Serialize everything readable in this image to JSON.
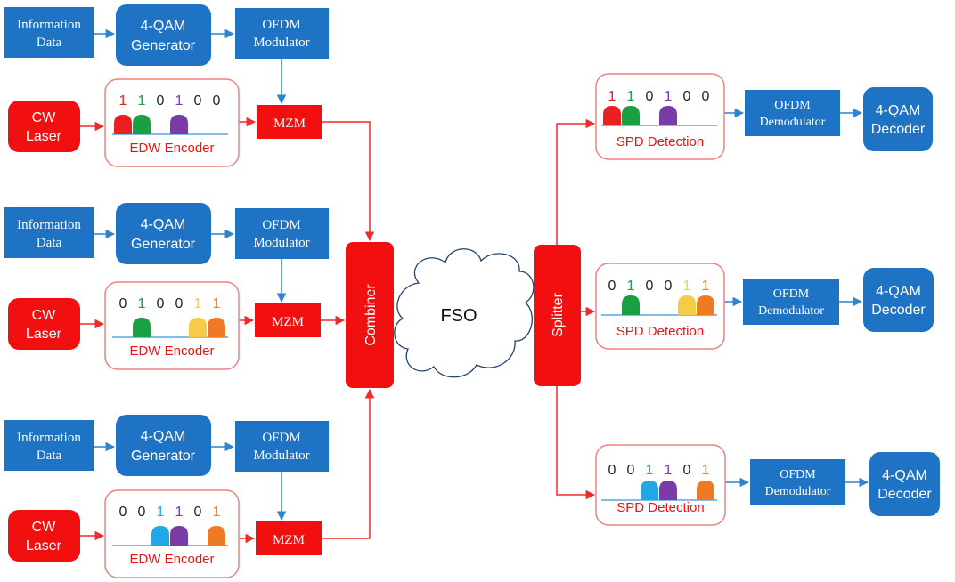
{
  "colors": {
    "blue_box": "#1f73c4",
    "blue_line": "#2f84cf",
    "red_box": "#f20f0f",
    "red_line": "#ee2a2a",
    "encoder_border": "#ee8080",
    "pulse_red": "#e8201f",
    "pulse_green": "#1aa043",
    "pulse_purple": "#7a3aa8",
    "pulse_cyan": "#1fa7e6",
    "pulse_yellow": "#f5cc47",
    "pulse_orange": "#f07a24",
    "cloud": "#23426f"
  },
  "transmitters": [
    {
      "info_label_1": "Information",
      "info_label_2": "Data",
      "qam_label_1": "4-QAM",
      "qam_label_2": "Generator",
      "ofdm_label_1": "OFDM",
      "ofdm_label_2": "Modulator",
      "laser_label_1": "CW",
      "laser_label_2": "Laser",
      "mzm_label": "MZM",
      "encoder_label": "EDW Encoder",
      "bits": [
        "1",
        "1",
        "0",
        "1",
        "0",
        "0"
      ],
      "bit_colors": [
        "red",
        "green",
        "black",
        "purple",
        "black",
        "black"
      ]
    },
    {
      "info_label_1": "Information",
      "info_label_2": "Data",
      "qam_label_1": "4-QAM",
      "qam_label_2": "Generator",
      "ofdm_label_1": "OFDM",
      "ofdm_label_2": "Modulator",
      "laser_label_1": "CW",
      "laser_label_2": "Laser",
      "mzm_label": "MZM",
      "encoder_label": "EDW Encoder",
      "bits": [
        "0",
        "1",
        "0",
        "0",
        "1",
        "1"
      ],
      "bit_colors": [
        "black",
        "green",
        "black",
        "black",
        "yellow",
        "orange"
      ]
    },
    {
      "info_label_1": "Information",
      "info_label_2": "Data",
      "qam_label_1": "4-QAM",
      "qam_label_2": "Generator",
      "ofdm_label_1": "OFDM",
      "ofdm_label_2": "Modulator",
      "laser_label_1": "CW",
      "laser_label_2": "Laser",
      "mzm_label": "MZM",
      "encoder_label": "EDW Encoder",
      "bits": [
        "0",
        "0",
        "1",
        "1",
        "0",
        "1"
      ],
      "bit_colors": [
        "black",
        "black",
        "cyan",
        "purple",
        "black",
        "orange"
      ]
    }
  ],
  "combiner_label": "Combiner",
  "channel_label": "FSO",
  "splitter_label": "Splitter",
  "receivers": [
    {
      "detection_label": "SPD Detection",
      "bits": [
        "1",
        "1",
        "0",
        "1",
        "0",
        "0"
      ],
      "bit_colors": [
        "red",
        "green",
        "black",
        "purple",
        "black",
        "black"
      ],
      "demod_label_1": "OFDM",
      "demod_label_2": "Demodulator",
      "decoder_label_1": "4-QAM",
      "decoder_label_2": "Decoder"
    },
    {
      "detection_label": "SPD Detection",
      "bits": [
        "0",
        "1",
        "0",
        "0",
        "1",
        "1"
      ],
      "bit_colors": [
        "black",
        "green",
        "black",
        "black",
        "yellow",
        "orange"
      ],
      "demod_label_1": "OFDM",
      "demod_label_2": "Demodulator",
      "decoder_label_1": "4-QAM",
      "decoder_label_2": "Decoder"
    },
    {
      "detection_label": "SPD Detection",
      "bits": [
        "0",
        "0",
        "1",
        "1",
        "0",
        "1"
      ],
      "bit_colors": [
        "black",
        "black",
        "cyan",
        "purple",
        "black",
        "orange"
      ],
      "demod_label_1": "OFDM",
      "demod_label_2": "Demodulator",
      "decoder_label_1": "4-QAM",
      "decoder_label_2": "Decoder"
    }
  ]
}
